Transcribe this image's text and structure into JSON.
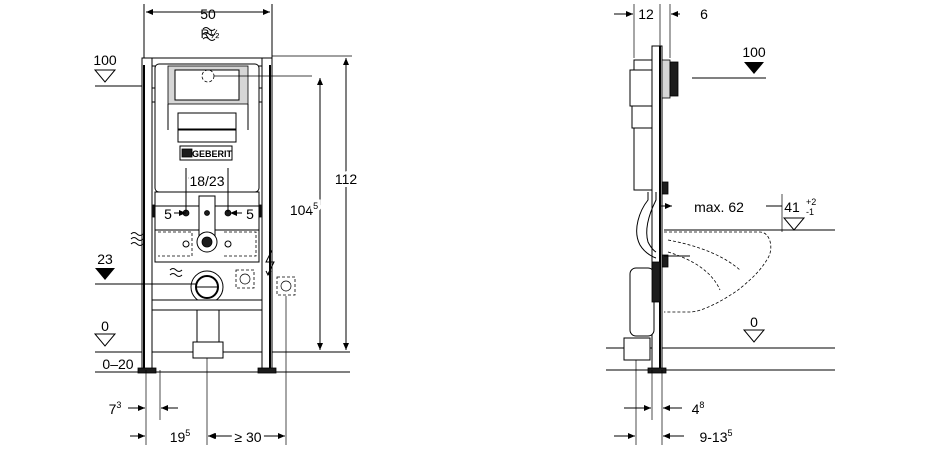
{
  "front_view": {
    "width_dim": "50",
    "pipe_thread": "R½",
    "height_100": "100",
    "height_112": "112",
    "height_104_5_base": "104",
    "height_104_5_exp": "5",
    "spacing_18_23": "18/23",
    "offset_left_5": "5",
    "offset_right_5": "5",
    "height_23": "23",
    "level_0": "0",
    "range_0_20": "0–20",
    "dim_7_3_base": "7",
    "dim_7_3_exp": "3",
    "dim_19_5_base": "19",
    "dim_19_5_exp": "5",
    "dim_ge_30": "≥ 30",
    "brand_plate_text": "GEBERIT"
  },
  "side_view": {
    "dim_12": "12",
    "dim_6": "6",
    "height_100": "100",
    "max_62": "max. 62",
    "dim_41_base": "41",
    "dim_41_tol_plus": "+2",
    "dim_41_tol_minus": "-1",
    "level_0": "0",
    "dim_4_8_base": "4",
    "dim_4_8_exp": "8",
    "dim_9_13_5_base": "9-13",
    "dim_9_13_5_exp": "5"
  },
  "icons": [
    "water-supply-icon",
    "electrical-connection-icon",
    "flush-valve-icon"
  ]
}
